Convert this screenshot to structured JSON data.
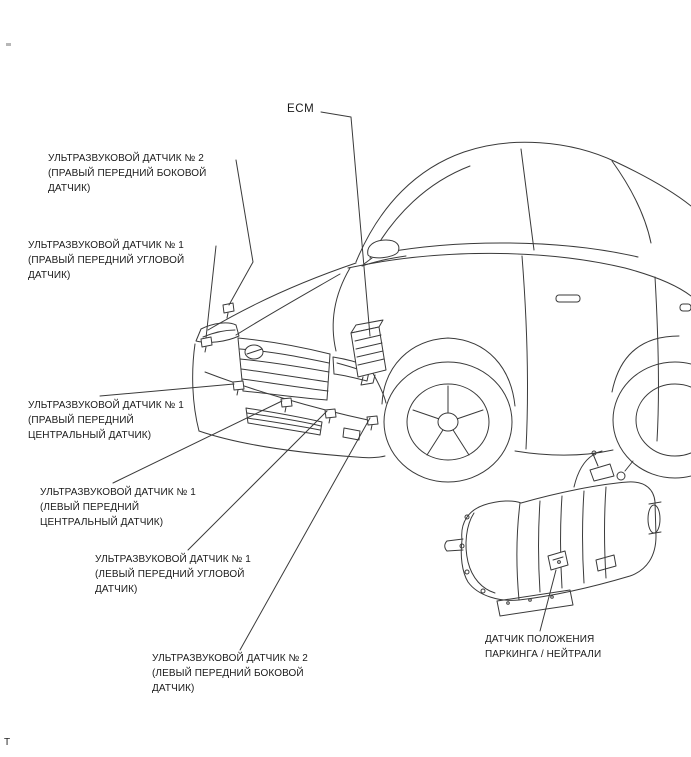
{
  "colors": {
    "background": "#ffffff",
    "line_art": "#3a3a3a",
    "text": "#1a1a1a"
  },
  "page": {
    "corner_mark": "T"
  },
  "callouts": {
    "ecm": "ECM",
    "rf_side": "УЛЬТРАЗВУКОВОЙ ДАТЧИК № 2\n(ПРАВЫЙ ПЕРЕДНИЙ БОКОВОЙ\nДАТЧИК)",
    "rf_corner": "УЛЬТРАЗВУКОВОЙ ДАТЧИК № 1\n(ПРАВЫЙ ПЕРЕДНИЙ УГЛОВОЙ\nДАТЧИК)",
    "rf_center": "УЛЬТРАЗВУКОВОЙ ДАТЧИК № 1\n(ПРАВЫЙ ПЕРЕДНИЙ\nЦЕНТРАЛЬНЫЙ ДАТЧИК)",
    "lf_center": "УЛЬТРАЗВУКОВОЙ ДАТЧИК № 1\n(ЛЕВЫЙ ПЕРЕДНИЙ\nЦЕНТРАЛЬНЫЙ ДАТЧИК)",
    "lf_corner": "УЛЬТРАЗВУКОВОЙ ДАТЧИК № 1\n(ЛЕВЫЙ ПЕРЕДНИЙ УГЛОВОЙ\nДАТЧИК)",
    "lf_side": "УЛЬТРАЗВУКОВОЙ ДАТЧИК № 2\n(ЛЕВЫЙ ПЕРЕДНИЙ БОКОВОЙ\nДАТЧИК)",
    "pnp": "ДАТЧИК ПОЛОЖЕНИЯ\nПАРКИНГА / НЕЙТРАЛИ"
  }
}
